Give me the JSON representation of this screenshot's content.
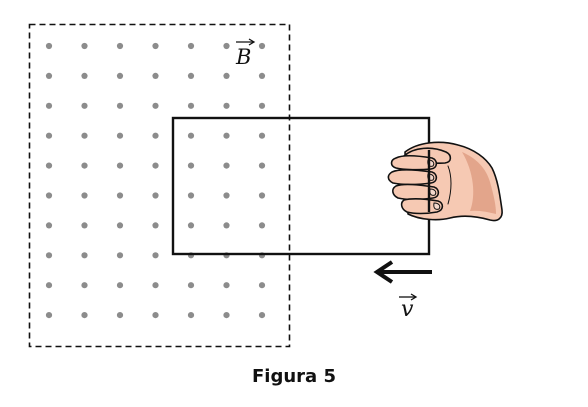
{
  "figure": {
    "caption": "Figura 5",
    "field_label": "B",
    "velocity_label": "v"
  },
  "colors": {
    "dots": "#8c8c8c",
    "lines": "#111111",
    "skin": "#f6c9b3",
    "skin_shadow": "#e3a58b",
    "nail": "#f3d8cc"
  },
  "field": {
    "rows": 10,
    "cols": 7
  }
}
